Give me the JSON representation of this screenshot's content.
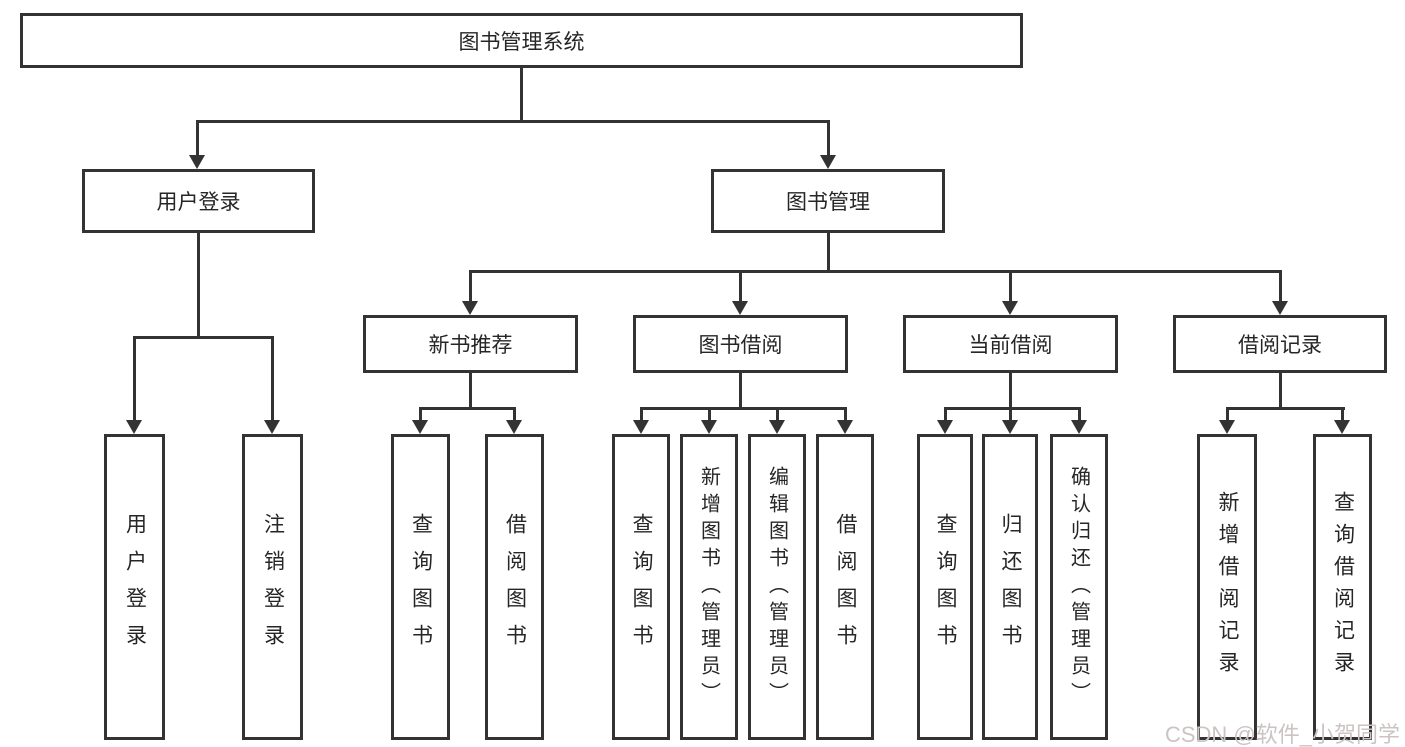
{
  "diagram": {
    "title": "图书管理系统",
    "level1": {
      "user_login": {
        "label": "用户登录",
        "children": [
          {
            "label": "用户登录"
          },
          {
            "label": "注销登录"
          }
        ]
      },
      "book_management": {
        "label": "图书管理",
        "children": [
          {
            "label": "新书推荐",
            "children": [
              {
                "label": "查询图书"
              },
              {
                "label": "借阅图书"
              }
            ]
          },
          {
            "label": "图书借阅",
            "children": [
              {
                "label": "查询图书"
              },
              {
                "label": "新增图书（管理员）"
              },
              {
                "label": "编辑图书（管理员）"
              },
              {
                "label": "借阅图书"
              }
            ]
          },
          {
            "label": "当前借阅",
            "children": [
              {
                "label": "查询图书"
              },
              {
                "label": "归还图书"
              },
              {
                "label": "确认归还（管理员）"
              }
            ]
          },
          {
            "label": "借阅记录",
            "children": [
              {
                "label": "新增借阅记录"
              },
              {
                "label": "查询借阅记录"
              }
            ]
          }
        ]
      }
    },
    "watermark": "CSDN @软件_小贺同学",
    "colors": {
      "line": "#333333",
      "text": "#262626",
      "watermark": "#ccc3c3",
      "background": "#ffffff"
    }
  }
}
